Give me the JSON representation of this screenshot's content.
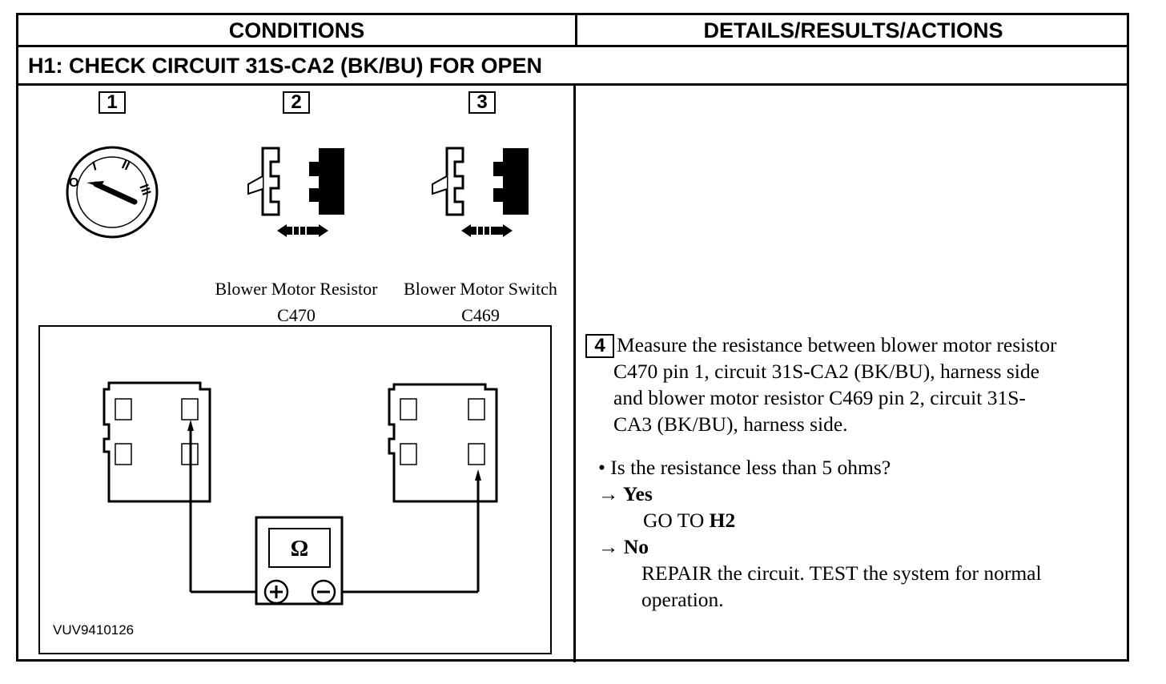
{
  "header": {
    "conditions": "CONDITIONS",
    "details": "DETAILS/RESULTS/ACTIONS"
  },
  "step": {
    "title": "H1: CHECK CIRCUIT 31S-CA2 (BK/BU) FOR OPEN"
  },
  "figures": {
    "step1_number": "1",
    "step2_number": "2",
    "step3_number": "3",
    "resistor_label": "Blower Motor Resistor",
    "resistor_connector": "C470",
    "switch_label": "Blower Motor Switch",
    "switch_connector": "C469",
    "ignition_positions": [
      "O",
      "I",
      "II",
      "III"
    ],
    "meter_symbol": "Ω",
    "figure_id": "VUV9410126"
  },
  "actions": {
    "step_number": "4",
    "instruction_lines": [
      "Measure the resistance between blower motor resistor",
      "C470 pin 1, circuit 31S-CA2 (BK/BU), harness side",
      "and blower motor resistor C469 pin 2, circuit 31S-",
      "CA3 (BK/BU), harness side."
    ],
    "question": "• Is the resistance less than 5 ohms?",
    "yes_label": "→ Yes",
    "yes_action_prefix": "GO TO ",
    "yes_action_target": "H2",
    "no_label": "→ No",
    "no_action_lines": [
      "REPAIR the circuit. TEST the system for normal",
      "operation."
    ]
  }
}
